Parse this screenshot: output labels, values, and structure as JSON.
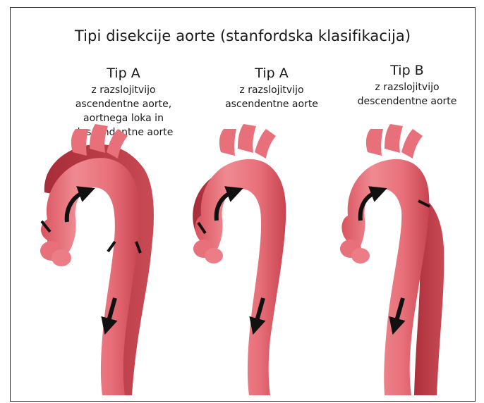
{
  "title": "Tipi disekcije aorte (stanfordska klasifikacija)",
  "panels": [
    {
      "type": "Tip A",
      "lines": [
        "z razslojitvijo",
        "ascendentne aorte,",
        "aortnega loka in",
        "descendentne aorte"
      ]
    },
    {
      "type": "Tip A",
      "lines": [
        "z razslojitvijo",
        "ascendentne aorte"
      ]
    },
    {
      "type": "Tip B",
      "lines": [
        "z razslojitvijo",
        "descendentne aorte"
      ]
    }
  ],
  "colors": {
    "vessel": "#e8707a",
    "vessel_dark": "#c7444f",
    "false_lumen": "#b8343f",
    "arrow": "#111111",
    "border": "#2a2a2a"
  }
}
